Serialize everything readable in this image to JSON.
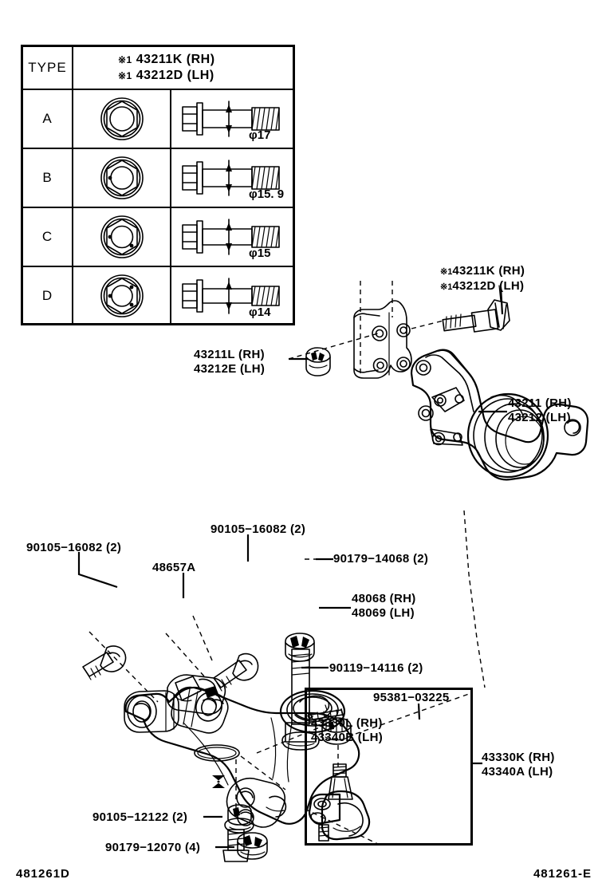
{
  "diagram": {
    "footer_left": "481261D",
    "footer_right": "481261-E"
  },
  "type_table": {
    "header_type_label": "TYPE",
    "header_part_lines": [
      {
        "mark": "※1",
        "text": "43211K (RH)"
      },
      {
        "mark": "※1",
        "text": "43212D (LH)"
      }
    ],
    "rows": [
      {
        "type": "A",
        "diameter": "φ17"
      },
      {
        "type": "B",
        "diameter": "φ15. 9"
      },
      {
        "type": "C",
        "diameter": "φ15"
      },
      {
        "type": "D",
        "diameter": "φ14"
      }
    ]
  },
  "callouts": {
    "knuckle_bolt": {
      "line1_mark": "※1",
      "line1": "43211K (RH)",
      "line2_mark": "※1",
      "line2": "43212D (LH)"
    },
    "knuckle_nut": {
      "line1": "43211L (RH)",
      "line2": "43212E (LH)"
    },
    "steering_knuckle": {
      "line1": "43211 (RH)",
      "line2": "43212 (LH)"
    },
    "bolt_left": "90105−16082 (2)",
    "bolt_top": "90105−16082 (2)",
    "bracket": "48657A",
    "nut_top": "90179−14068 (2)",
    "control_arm": {
      "line1": "48068 (RH)",
      "line2": "48069 (LH)"
    },
    "arm_bolt": "90119−14116 (2)",
    "bolt_bottom": "90105−12122 (2)",
    "nut_bottom": "90179−12070 (4)"
  },
  "inset": {
    "cotter_pin": "95381−03225",
    "dust_cover": {
      "line1": "43330L (RH)",
      "line2": "43340B (LH)"
    },
    "ball_joint": {
      "line1": "43330K (RH)",
      "line2": "43340A (LH)"
    }
  }
}
